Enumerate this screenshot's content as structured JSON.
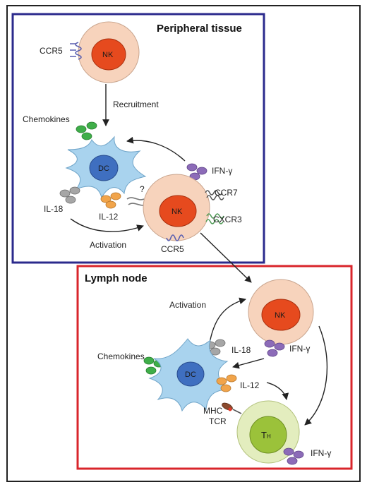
{
  "colors": {
    "outer_border": "#222222",
    "peripheral_border": "#2b2a8c",
    "lymph_border": "#d9252b",
    "nk_outer": "#f7d3bc",
    "nk_nucleus": "#e64a1e",
    "dc_body": "#a9d3ee",
    "dc_nucleus": "#3f6fc0",
    "th_outer": "#e3edbe",
    "th_inner": "#9bc23a",
    "chemokine": "#3fae49",
    "il18": "#a6a6a6",
    "il12": "#f1a44a",
    "ifn": "#8c6bb8",
    "ccr5": "#5a5fb0",
    "ccr7": "#555555",
    "cxcr3": "#4f9a55"
  },
  "panels": {
    "peripheral": {
      "title": "Peripheral tissue"
    },
    "lymph": {
      "title": "Lymph node"
    }
  },
  "labels": {
    "ccr5_top": "CCR5",
    "nk": "NK",
    "recruitment": "Recruitment",
    "chemokines_top": "Chemokines",
    "dc": "DC",
    "ifn_top": "IFN-γ",
    "question": "?",
    "ccr7": "CCR7",
    "il18_top": "IL-18",
    "il12_top": "IL-12",
    "cxcr3": "CXCR3",
    "activation_top": "Activation",
    "ccr5_bottom": "CCR5",
    "activation_bottom": "Activation",
    "il18_bottom": "IL-18",
    "ifn_mid": "IFN-γ",
    "chemokines_bottom": "Chemokines",
    "il12_bottom": "IL-12",
    "mhc": "MHC",
    "tcr": "TCR",
    "th_main": "T",
    "th_sub": "H",
    "ifn_bottom": "IFN-γ"
  }
}
